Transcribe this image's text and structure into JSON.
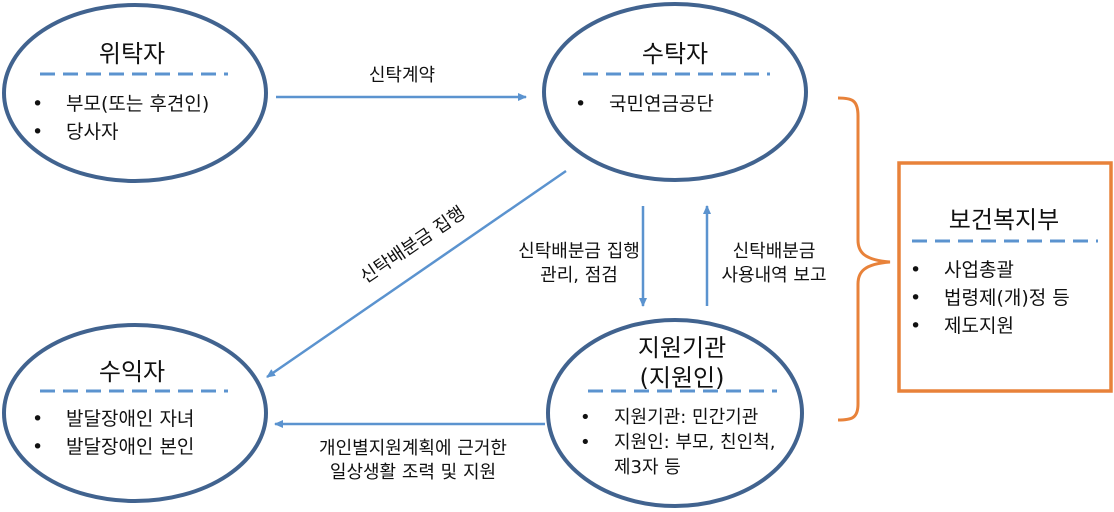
{
  "nodes": {
    "entruster": {
      "title": "위탁자",
      "items": [
        "부모(또는 후견인)",
        "당사자"
      ]
    },
    "trustee": {
      "title": "수탁자",
      "items": [
        "국민연금공단"
      ]
    },
    "beneficiary": {
      "title": "수익자",
      "items": [
        "발달장애인 자녀",
        "발달장애인 본인"
      ]
    },
    "support": {
      "title_line1": "지원기관",
      "title_line2": "(지원인)",
      "items": [
        "지원기관: 민간기관",
        "지원인: 부모, 친인척,",
        "제3자 등"
      ]
    },
    "ministry": {
      "title": "보건복지부",
      "items": [
        "사업총괄",
        "법령제(개)정 등",
        "제도지원"
      ]
    }
  },
  "edges": {
    "contract": "신탁계약",
    "execution": "신탁배분금 집행",
    "manage_line1": "신탁배분금 집행",
    "manage_line2": "관리, 점검",
    "report_line1": "신탁배분금",
    "report_line2": "사용내역 보고",
    "daily_line1": "개인별지원계획에 근거한",
    "daily_line2": "일상생활 조력 및 지원"
  },
  "colors": {
    "ellipse_stroke": "#41638f",
    "arrow": "#5b93cf",
    "dash": "#5b93cf",
    "ministry_border": "#e8823a",
    "brace": "#e8823a"
  }
}
